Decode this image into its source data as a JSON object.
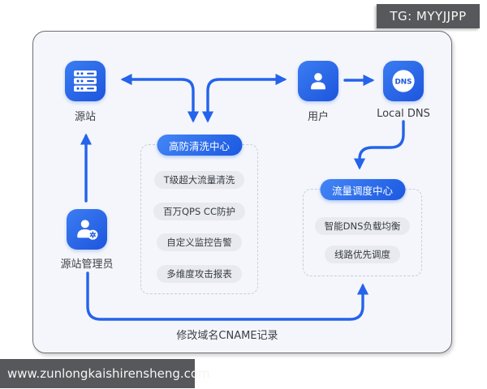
{
  "page": {
    "tg_badge": "TG: MYYJJPP",
    "watermark": "www.zunlongkaishirensheng.com"
  },
  "nodes": {
    "origin": {
      "label": "源站",
      "icon": "server-icon"
    },
    "user": {
      "label": "用户",
      "icon": "user-icon"
    },
    "local_dns": {
      "label": "Local DNS",
      "icon": "dns-icon",
      "dns_text": "DNS"
    },
    "admin": {
      "label": "源站管理员",
      "icon": "admin-user-icon"
    }
  },
  "groups": {
    "scrubbing_center": {
      "title": "高防清洗中心",
      "items": [
        "T级超大流量清洗",
        "百万QPS CC防护",
        "自定义监控告警",
        "多维度攻击报表"
      ]
    },
    "traffic_center": {
      "title": "流量调度中心",
      "items": [
        "智能DNS负载均衡",
        "线路优先调度"
      ]
    }
  },
  "annotations": {
    "cname_note": "修改域名CNAME记录"
  },
  "colors": {
    "primary_blue": "#2563eb",
    "icon_gradient_start": "#3b7df2",
    "icon_gradient_end": "#1d55dd",
    "gray_pill_bg": "#e8eaef",
    "card_bg": "#f4f6fb",
    "badge_bg": "#57585b",
    "dashed_border": "#c7cdd8"
  }
}
